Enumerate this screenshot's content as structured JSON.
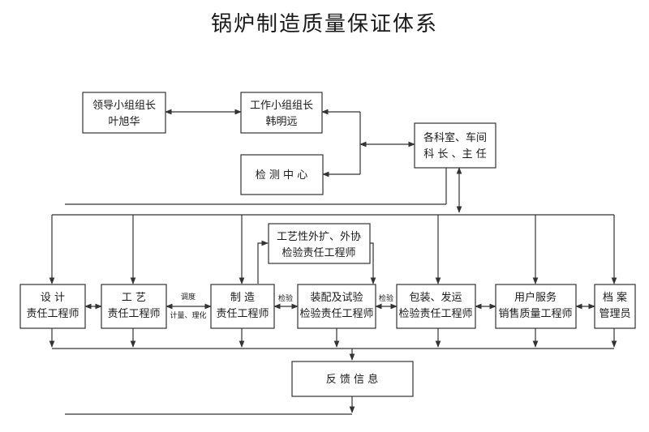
{
  "title": "锅炉制造质量保证体系",
  "nodes": {
    "leader": [
      "领导小组组长",
      "叶旭华"
    ],
    "work": [
      "工作小组组长",
      "韩明远"
    ],
    "inspect_center": [
      "检 测 中 心"
    ],
    "depts": [
      "各科室、车间",
      "科 长 、主 任"
    ],
    "outsource": [
      "工艺性外扩、外协",
      "检验责任工程师"
    ],
    "design": [
      "设 计",
      "责任工程师"
    ],
    "process": [
      "工 艺",
      "责任工程师"
    ],
    "manufacture": [
      "制 造",
      "责任工程师"
    ],
    "assembly": [
      "装配及试验",
      "检验责任工程师"
    ],
    "packing": [
      "包装、发运",
      "检验责任工程师"
    ],
    "service": [
      "用户服务",
      "销售质量工程师"
    ],
    "archive": [
      "档 案",
      "管理员"
    ],
    "feedback": [
      "反 馈 信 息"
    ]
  },
  "edge_labels": {
    "process_manufacture_top": "调度",
    "process_manufacture_bottom": "计量、理化",
    "manufacture_assembly": "检验",
    "assembly_packing": "检验"
  }
}
